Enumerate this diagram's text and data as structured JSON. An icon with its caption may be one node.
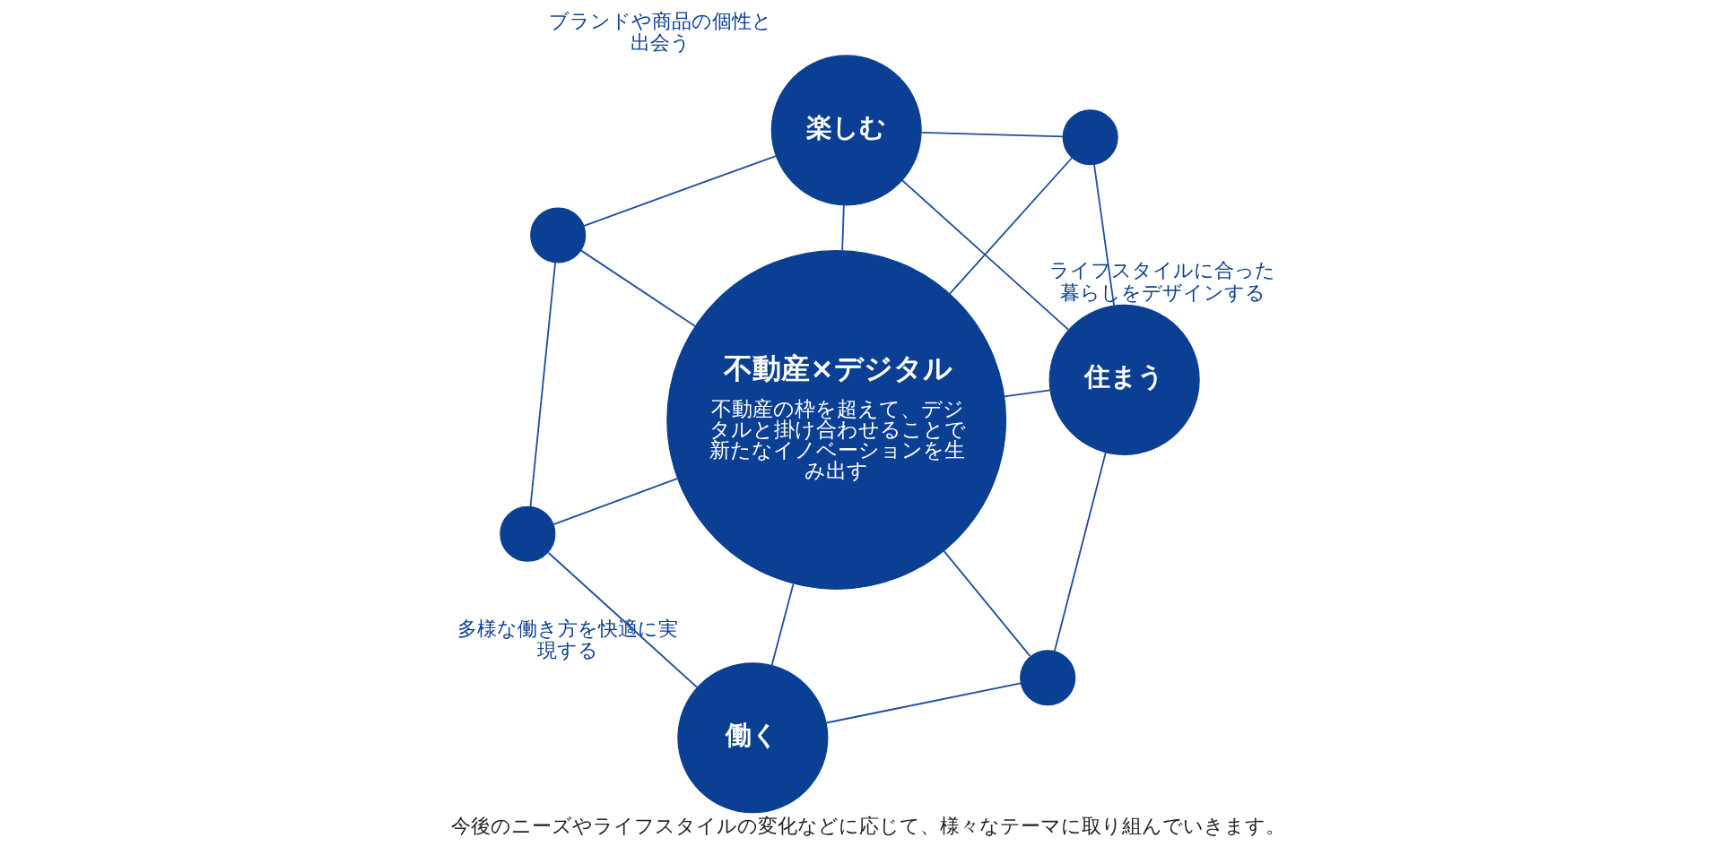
{
  "diagram": {
    "caption": "今後のニーズやライフスタイルの変化などに応じて、様々なテーマに取り組んでいきます。",
    "nodes": [
      {
        "text": [
          "働く"
        ],
        "beside": [
          "多様な働き方を快適に実現する"
        ]
      },
      {
        "text": [],
        "shape": "circle"
      },
      {
        "text": [
          "住まう"
        ],
        "beside": [
          "ライフスタイルに合った暮らしをデザインする"
        ]
      },
      {
        "text": [
          "不動産×デジタル",
          "不動産の枠を超えて、デジタルと掛け合わせることで新たなイノベーションを生み出す"
        ]
      },
      {
        "text": [],
        "shape": "circle"
      },
      {
        "text": [],
        "shape": "circle"
      },
      {
        "text": [
          "楽しむ"
        ],
        "beside": [
          "ブランドや商品の個性と出会う"
        ]
      },
      {
        "text": [],
        "shape": "circle"
      }
    ],
    "edges": [
      {
        "from": 0,
        "to": 1,
        "arrow": "none"
      },
      {
        "from": 1,
        "to": 3,
        "arrow": "none"
      },
      {
        "from": 1,
        "to": 2,
        "arrow": "none"
      },
      {
        "from": 0,
        "to": 3,
        "arrow": "none"
      },
      {
        "from": 0,
        "to": 5,
        "arrow": "none"
      },
      {
        "from": 2,
        "to": 3,
        "arrow": "none"
      },
      {
        "from": 2,
        "to": 4,
        "arrow": "none"
      },
      {
        "from": 2,
        "to": 6,
        "arrow": "none"
      },
      {
        "from": 3,
        "to": 4,
        "arrow": "none"
      },
      {
        "from": 4,
        "to": 6,
        "arrow": "none"
      },
      {
        "from": 3,
        "to": 5,
        "arrow": "none"
      },
      {
        "from": 3,
        "to": 6,
        "arrow": "none"
      },
      {
        "from": 3,
        "to": 7,
        "arrow": "none"
      },
      {
        "from": 5,
        "to": 7,
        "arrow": "none"
      },
      {
        "from": 6,
        "to": 7,
        "arrow": "none"
      }
    ]
  }
}
